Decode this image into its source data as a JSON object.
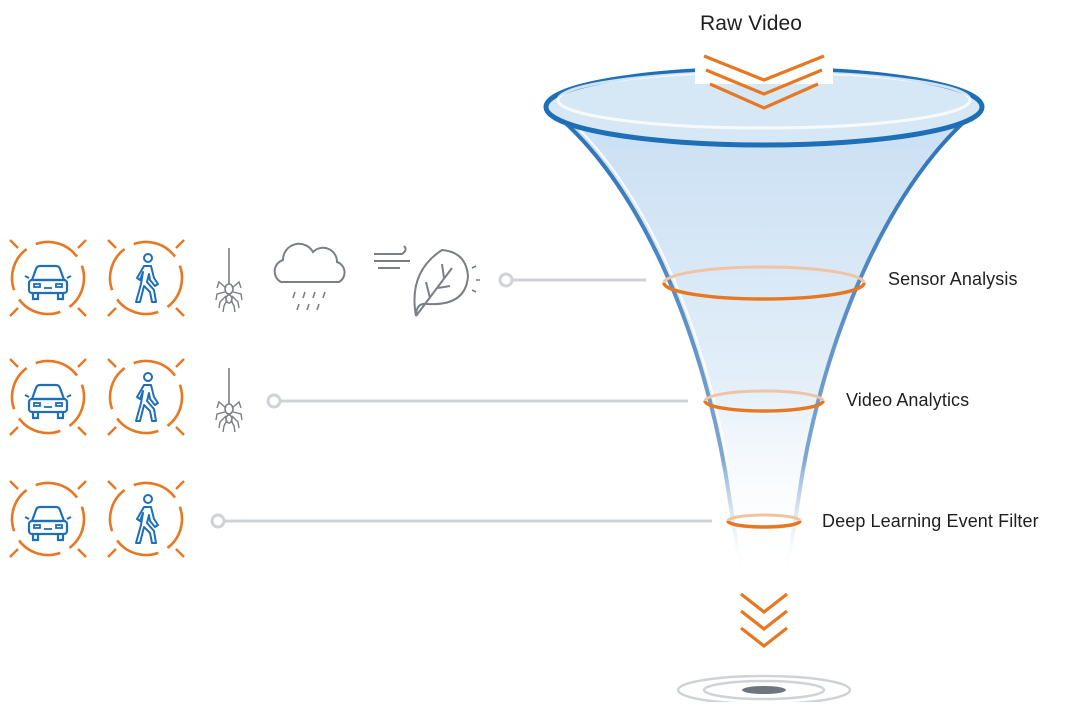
{
  "title": "Raw Video",
  "stages": [
    {
      "label": "Sensor Analysis"
    },
    {
      "label": "Video Analytics"
    },
    {
      "label": "Deep Learning Event Filter"
    }
  ],
  "rows": [
    {
      "icons": [
        "car-icon",
        "pedestrian-icon",
        "spider-icon",
        "rain-cloud-icon",
        "wind-leaf-icon"
      ]
    },
    {
      "icons": [
        "car-icon",
        "pedestrian-icon",
        "spider-icon"
      ]
    },
    {
      "icons": [
        "car-icon",
        "pedestrian-icon"
      ]
    }
  ],
  "colors": {
    "orange": "#e87722",
    "blue": "#1e6fb8",
    "gray": "#8a9099",
    "connector": "#cfd3d8",
    "funnel_fill": "#cfe3f5"
  }
}
